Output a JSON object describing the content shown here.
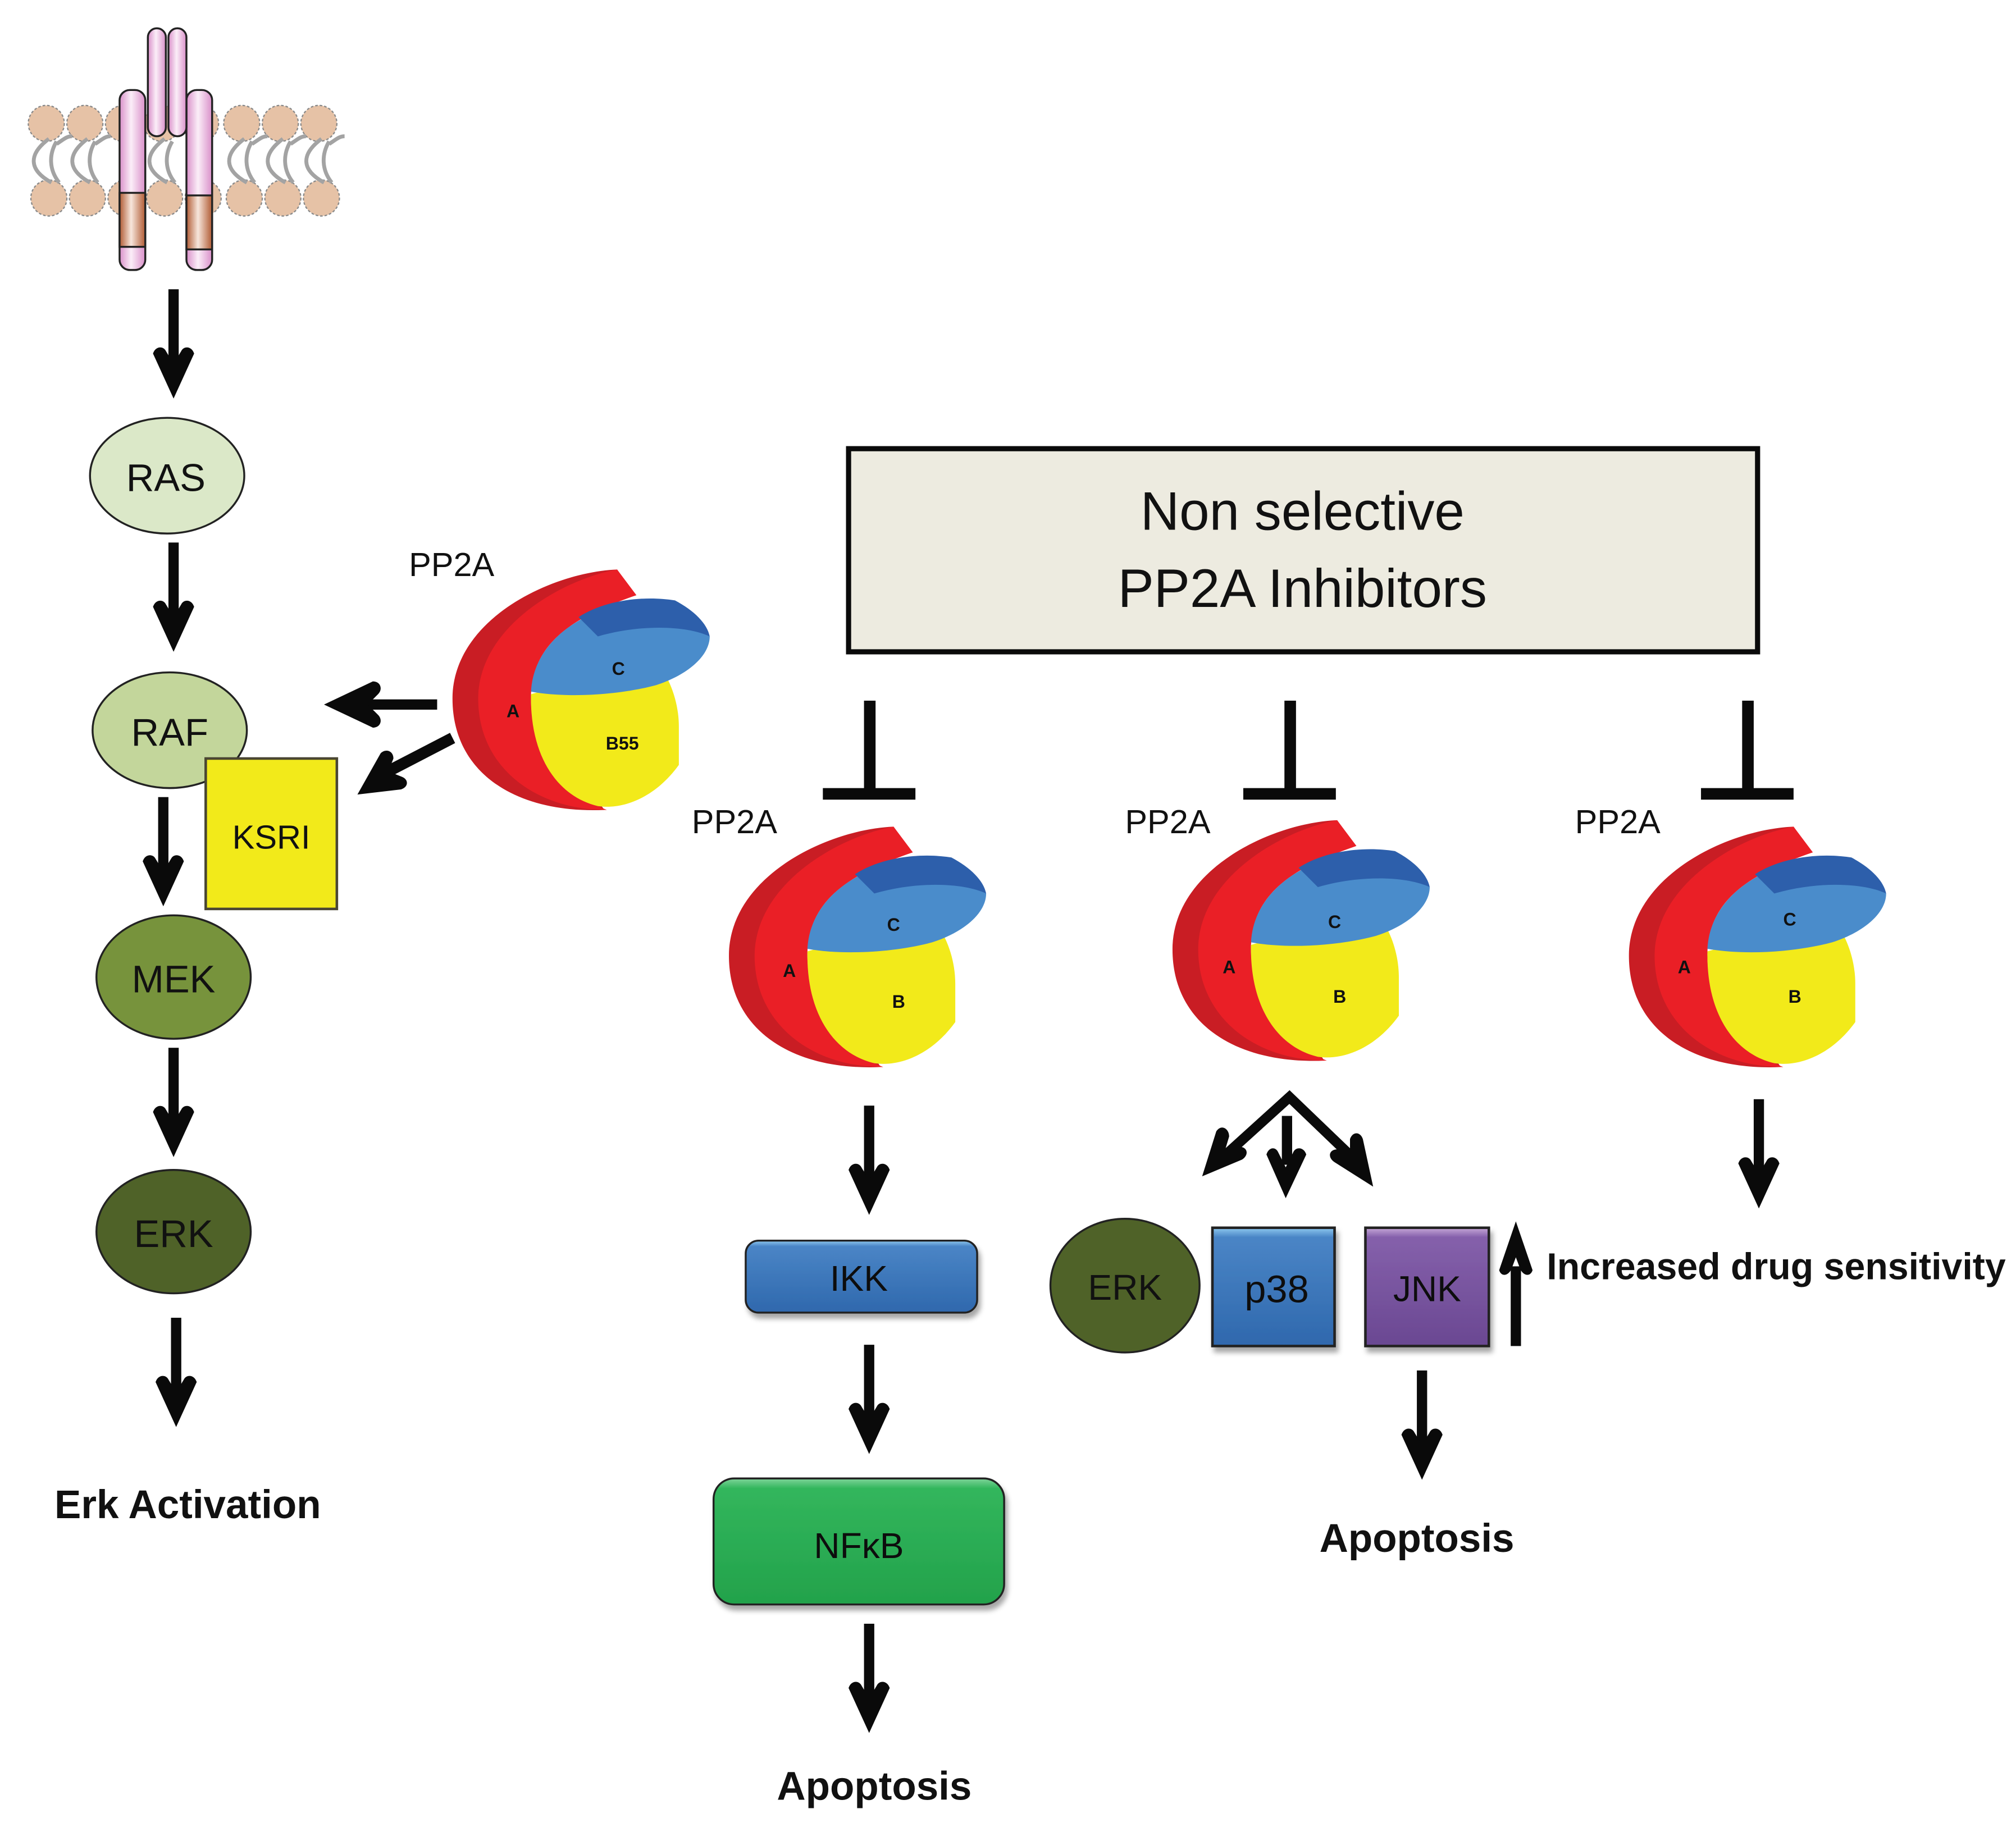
{
  "title_box": {
    "line1": "Non selective",
    "line2": "PP2A Inhibitors",
    "fill": "#edebe0"
  },
  "left_pathway": {
    "receptor": "receptor-tyrosine-kinase",
    "nodes": [
      {
        "id": "ras",
        "label": "RAS",
        "shape": "ellipse",
        "color": "#dbe8c8"
      },
      {
        "id": "raf",
        "label": "RAF",
        "shape": "ellipse",
        "color": "#c3d69b"
      },
      {
        "id": "ksri",
        "label": "KSRI",
        "shape": "rect",
        "color": "#f2ea1a"
      },
      {
        "id": "mek",
        "label": "MEK",
        "shape": "ellipse",
        "color": "#77933c"
      },
      {
        "id": "erk",
        "label": "ERK",
        "shape": "ellipse",
        "color": "#4f6228"
      }
    ],
    "outcome": "Erk Activation"
  },
  "pp2a_activator": {
    "label": "PP2A",
    "subunits": {
      "a": "A",
      "c": "C",
      "b": "B55"
    }
  },
  "inhibited_branches": [
    {
      "label": "PP2A",
      "subunits": {
        "a": "A",
        "c": "C",
        "b": "B"
      },
      "nodes": [
        {
          "id": "ikk",
          "label": "IKK",
          "color": "#3f7bc1"
        },
        {
          "id": "nfkb",
          "label": "NFκB",
          "color": "#2eb157"
        }
      ],
      "outcome": "Apoptosis"
    },
    {
      "label": "PP2A",
      "subunits": {
        "a": "A",
        "c": "C",
        "b": "B"
      },
      "nodes": [
        {
          "id": "erk2",
          "label": "ERK",
          "color": "#4f6228"
        },
        {
          "id": "p38",
          "label": "p38",
          "color": "#3f7bc1"
        },
        {
          "id": "jnk",
          "label": "JNK",
          "color": "#7f5aa5"
        }
      ],
      "outcome": "Apoptosis"
    },
    {
      "label": "PP2A",
      "subunits": {
        "a": "A",
        "c": "C",
        "b": "B"
      },
      "outcome": "Increased drug sensitivity"
    }
  ],
  "colors": {
    "pp2a_a": "#ea1f26",
    "pp2a_a_shade": "#c91d24",
    "pp2a_c": "#4a8ccb",
    "pp2a_c_top": "#2d5fab",
    "pp2a_b": "#f2ea1a",
    "membrane_head": "#e6c2a6",
    "membrane_tail": "#a3a3a3",
    "receptor": "#e2a6d6",
    "receptor_tm": "#b86a45"
  }
}
